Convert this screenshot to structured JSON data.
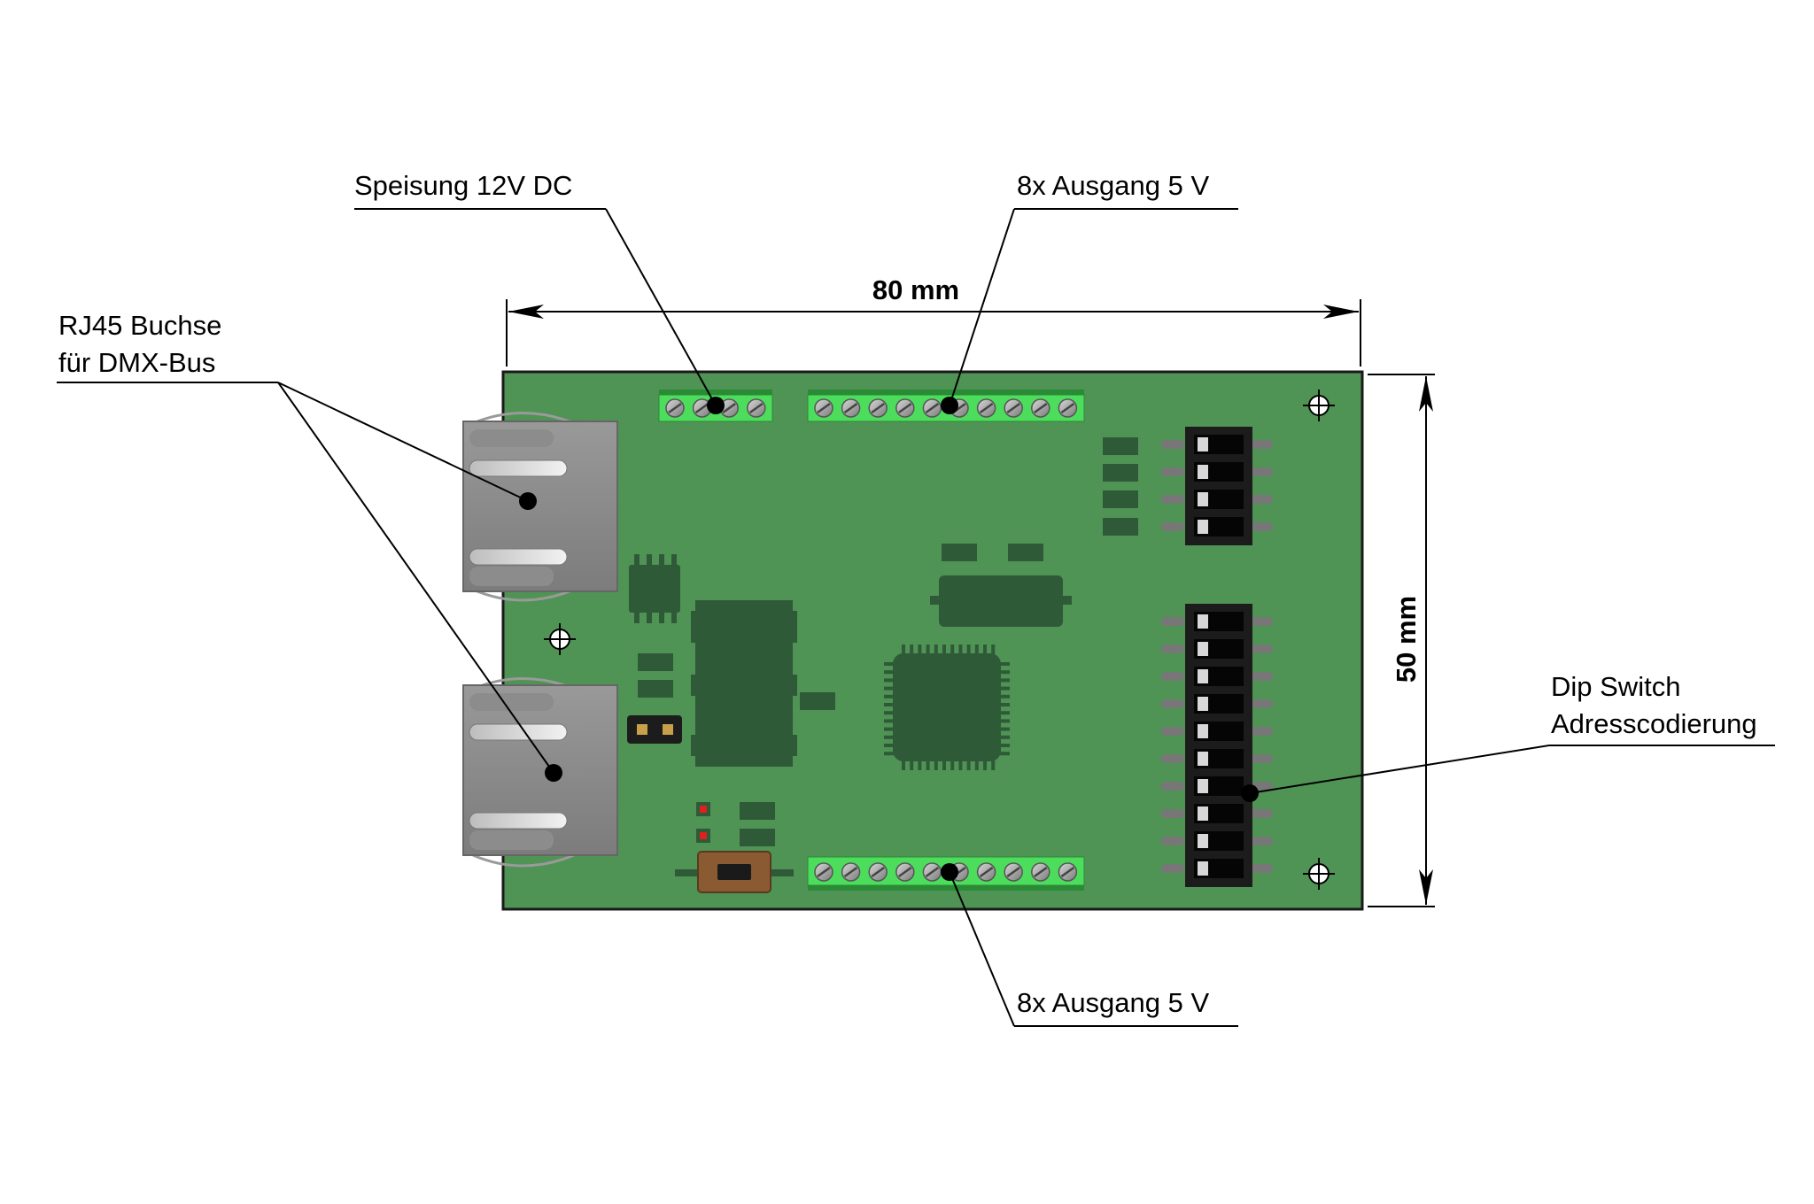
{
  "dimensions": {
    "width_label": "80 mm",
    "height_label": "50 mm"
  },
  "callouts": {
    "power": "Speisung 12V DC",
    "outputs_top": "8x Ausgang 5 V",
    "outputs_bottom": "8x Ausgang 5 V",
    "rj45_line1": "RJ45 Buchse",
    "rj45_line2": "für DMX-Bus",
    "dip_line1": "Dip Switch",
    "dip_line2": "Adresscodierung"
  },
  "colors": {
    "pcb": "#4f9455",
    "component": "#2f5a38",
    "terminal": "#4ddd5c",
    "jack": "#8a8a8a",
    "dip_body": "#1c1c1c",
    "led": "#e0201c",
    "button": "#8a5a32"
  },
  "components": {
    "rj45_jacks": 2,
    "terminal_top_power_screws": 4,
    "terminal_top_output_screws": 10,
    "terminal_bottom_output_screws": 10,
    "dip_switch_small_positions": 4,
    "dip_switch_large_positions": 10,
    "mounting_holes": 3,
    "leds": 2
  }
}
